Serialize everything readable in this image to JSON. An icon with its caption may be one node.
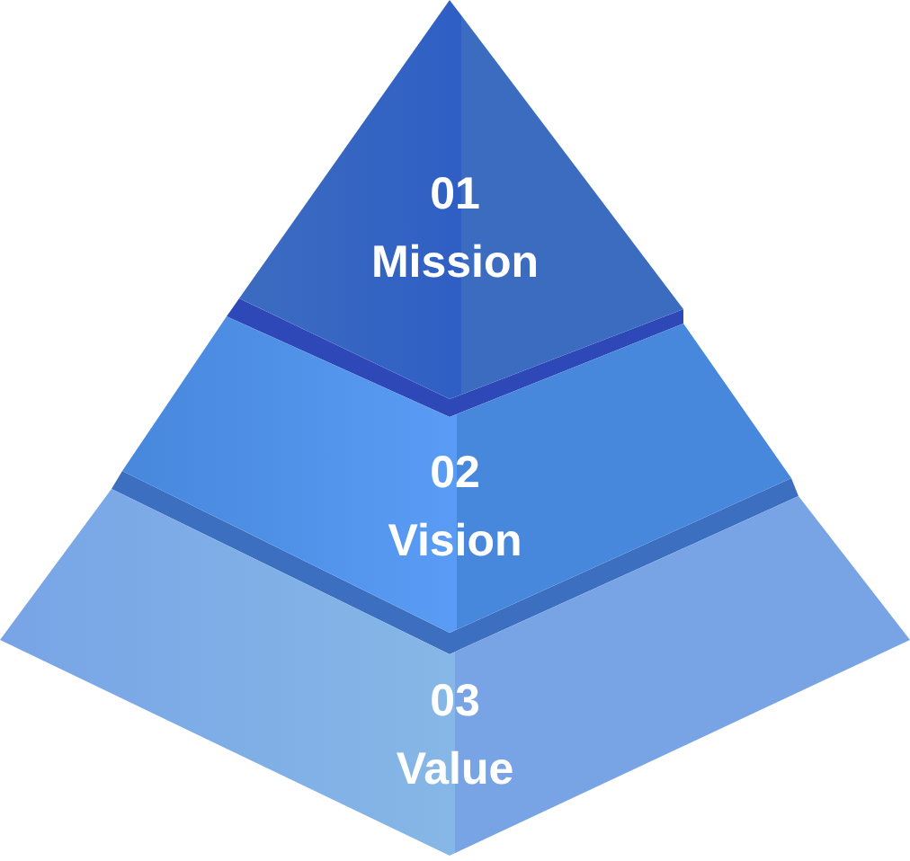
{
  "diagram": {
    "nodes": [
      {
        "text": [
          "01",
          "Mission"
        ]
      },
      {
        "text": [
          "02",
          "Vision"
        ]
      },
      {
        "text": [
          "03",
          "Value"
        ]
      }
    ]
  }
}
